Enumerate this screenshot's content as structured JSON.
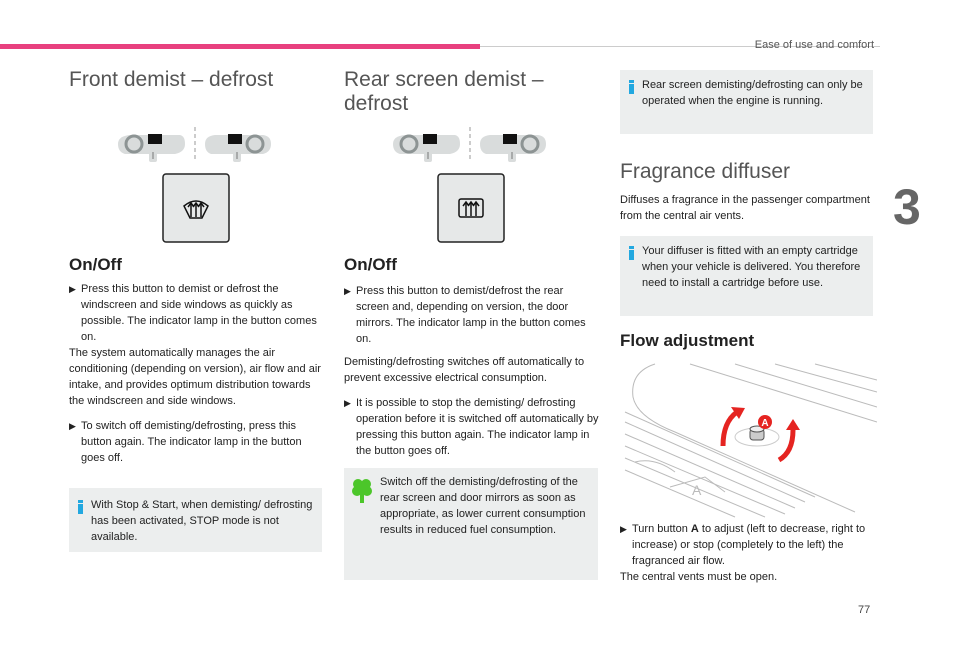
{
  "header": {
    "section": "Ease of use and comfort",
    "chapter": "3",
    "page": "77"
  },
  "col1": {
    "title": "Front demist – defrost",
    "subtitle": "On/Off",
    "p1": "Press this button to demist or defrost the windscreen and side windows as quickly as possible. The indicator lamp in the button comes on.",
    "p2": "The system automatically manages the air conditioning (depending on version), air flow and air intake, and provides optimum distribution towards the windscreen and side windows.",
    "p3": "To switch off demisting/defrosting, press this button again. The indicator lamp in the button goes off.",
    "info": "With Stop & Start, when demisting/ defrosting has been activated, STOP mode is not available.",
    "icon": "front-defrost-icon"
  },
  "col2": {
    "title": "Rear screen demist – defrost",
    "subtitle": "On/Off",
    "p1": "Press this button to demist/defrost the rear screen and, depending on version, the door mirrors. The indicator lamp in the button comes on.",
    "p2": "Demisting/defrosting switches off automatically to prevent excessive electrical consumption.",
    "p3": "It is possible to stop the demisting/ defrosting operation before it is switched off automatically by pressing this button again. The indicator lamp in the button goes off.",
    "eco": "Switch off the demisting/defrosting of the rear screen and door mirrors as soon as appropriate, as lower current consumption results in reduced fuel consumption.",
    "icon": "rear-defrost-icon"
  },
  "col3": {
    "info1": "Rear screen demisting/defrosting can only be operated when the engine is running.",
    "title": "Fragrance diffuser",
    "p1": "Diffuses a fragrance in the passenger compartment from the central air vents.",
    "info2": "Your diffuser is fitted with an empty cartridge when your vehicle is delivered. You therefore need to install a cartridge before use.",
    "subtitle": "Flow adjustment",
    "label_a": "A",
    "p2_pre": "Turn button ",
    "p2_bold": "A",
    "p2_post": " to adjust (left to decrease, right to increase) or stop (completely to the left) the fragranced air flow.",
    "p3": "The central vents must be open."
  },
  "colors": {
    "accent": "#e8407f",
    "info": "#22a8e0",
    "eco": "#4cc62a",
    "box": "#eceeee"
  }
}
